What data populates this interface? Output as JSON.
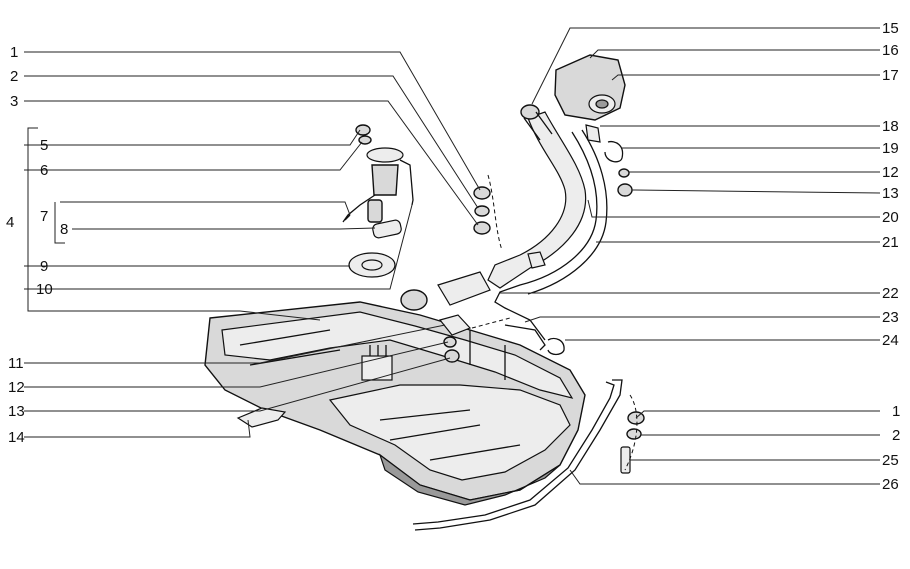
{
  "callouts": {
    "left": [
      "1",
      "2",
      "3",
      "5",
      "6",
      "4",
      "7",
      "8",
      "9",
      "10",
      "11",
      "12",
      "13",
      "14"
    ],
    "right": [
      "15",
      "16",
      "17",
      "18",
      "19",
      "12",
      "13",
      "20",
      "21",
      "22",
      "23",
      "24",
      "1",
      "2",
      "25",
      "26"
    ]
  }
}
